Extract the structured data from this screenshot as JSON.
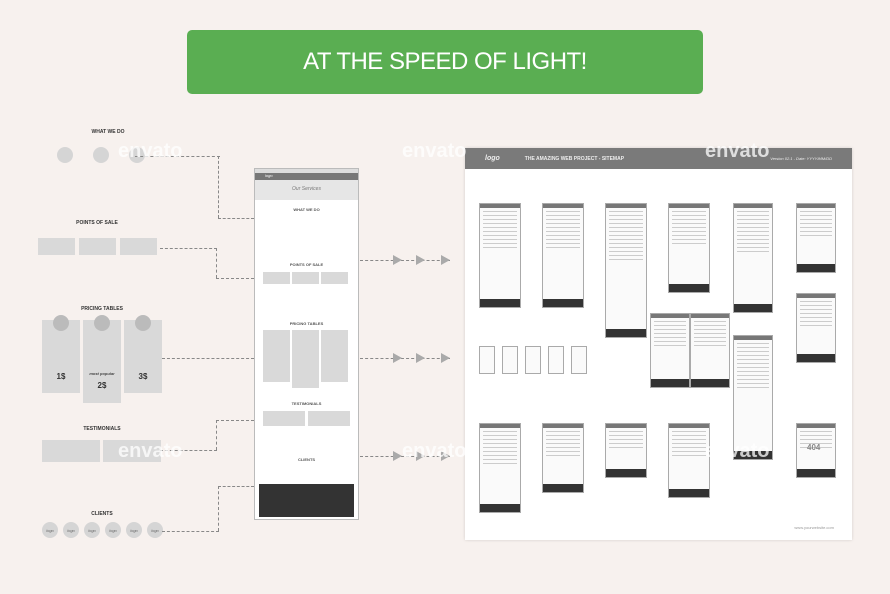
{
  "banner": {
    "title": "AT THE SPEED OF LIGHT!",
    "color": "#5aae52"
  },
  "watermark": "envato",
  "sections": {
    "what_we_do": "WHAT WE DO",
    "points_of_sale": "POINTS OF SALE",
    "pricing_tables": "PRICING TABLES",
    "testimonials": "TESTIMONIALS",
    "clients": "CLIENTS"
  },
  "pricing": {
    "prices": [
      "1$",
      "2$",
      "3$"
    ],
    "popular_label": "most popular"
  },
  "clients": {
    "logos": [
      "logo",
      "logo",
      "logo",
      "logo",
      "logo",
      "logo"
    ]
  },
  "mockup": {
    "logo": "logo",
    "hero_title": "Our Services"
  },
  "sitemap": {
    "logo": "logo",
    "title": "THE AMAZING WEB PROJECT - SITEMAP",
    "version": "Version 02.1 - Date: YYYY/MM/DD",
    "footer_url": "www.yourwebsite.com",
    "badge_404": "404"
  }
}
